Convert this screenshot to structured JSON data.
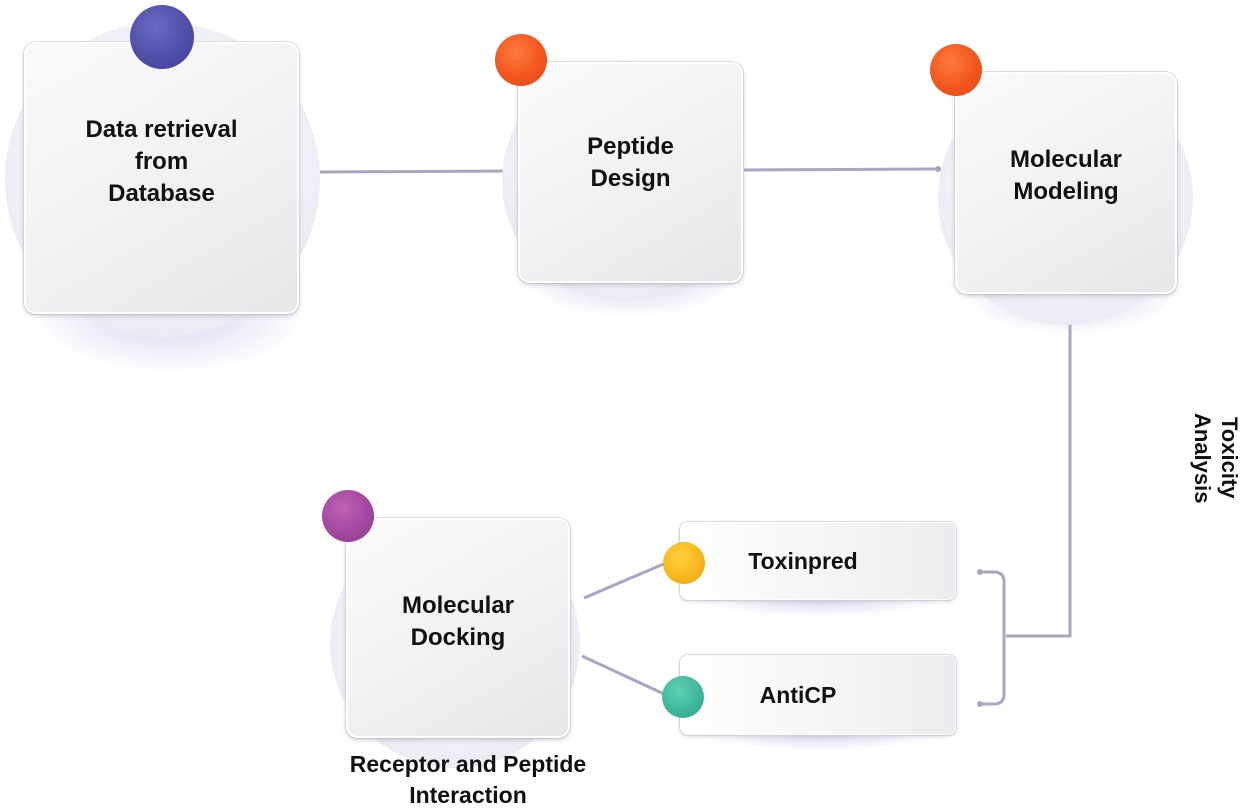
{
  "nodes": {
    "data_retrieval": {
      "label": "Data retrieval\nfrom\nDatabase"
    },
    "peptide_design": {
      "label": "Peptide\nDesign"
    },
    "molecular_modeling": {
      "label": "Molecular\nModeling"
    },
    "molecular_docking": {
      "label": "Molecular\nDocking"
    },
    "toxinpred": {
      "label": "Toxinpred"
    },
    "anticp": {
      "label": "AntiCP"
    }
  },
  "annotations": {
    "toxicity_analysis": "Toxicity\nAnalysis",
    "docking_caption": "Receptor and Peptide\nInteraction"
  },
  "colors": {
    "connector": "#a9a5c4",
    "dot_data_retrieval": "#4f4fa8",
    "dot_peptide_design": "#f2561e",
    "dot_molecular_modeling": "#f2561e",
    "dot_molecular_docking": "#a1489e",
    "dot_toxinpred": "#f5b51a",
    "dot_anticp": "#3bb59a"
  }
}
